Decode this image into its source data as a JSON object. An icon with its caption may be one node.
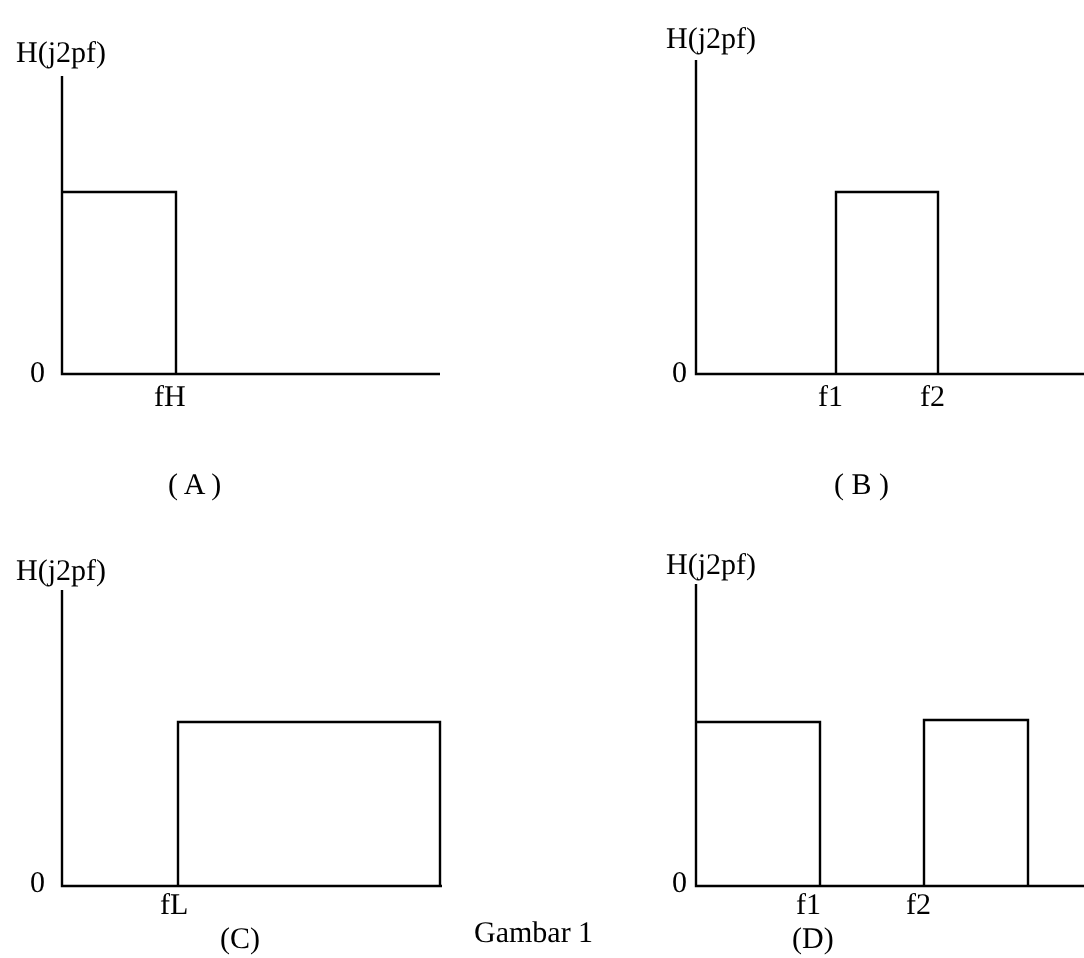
{
  "diagram": {
    "caption": "Gambar 1",
    "labels": [
      "H(j2pf)",
      "H(j2pf)",
      "0",
      "fH",
      "0",
      "f1",
      "f2",
      "( A )",
      "( B )",
      "H(j2pf)",
      "H(j2pf)",
      "0",
      "0",
      "fL",
      "f1",
      "f2",
      "(C)",
      "(D)"
    ]
  }
}
